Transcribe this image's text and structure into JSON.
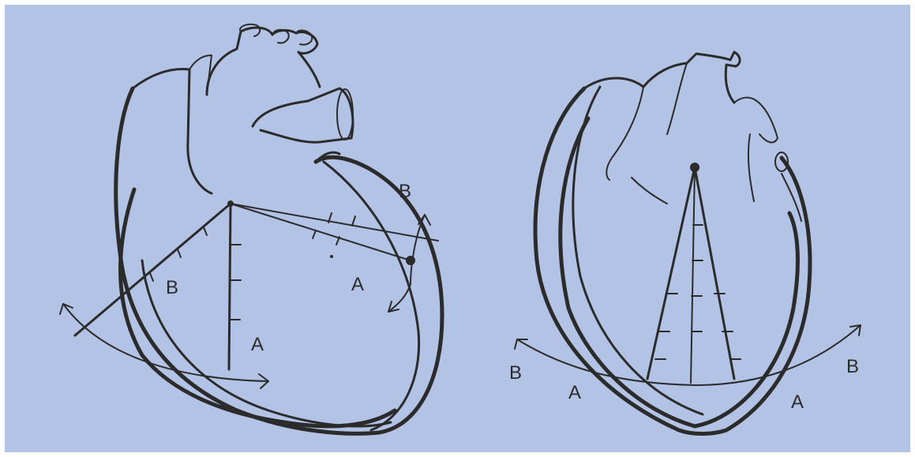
{
  "left_heart": {
    "labels": {
      "b_upper_right": "B",
      "b_left": "B",
      "a_center": "A",
      "a_right": "A"
    }
  },
  "right_heart": {
    "labels": {
      "b_left": "B",
      "a_left": "A",
      "a_right": "A",
      "b_right": "B"
    }
  }
}
